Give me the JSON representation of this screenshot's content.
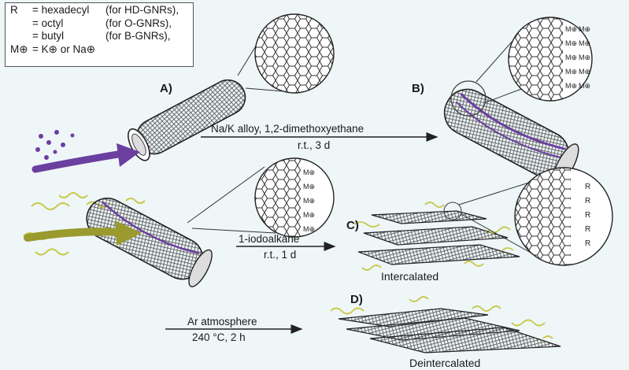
{
  "legend": {
    "rows": [
      {
        "symbol": "R",
        "definition": "= hexadecyl",
        "note": "(for HD-GNRs),"
      },
      {
        "symbol": "",
        "definition": "= octyl",
        "note": "(for O-GNRs),"
      },
      {
        "symbol": "",
        "definition": "= butyl",
        "note": "(for B-GNRs),"
      },
      {
        "symbol": "M⊕",
        "definition": "= K⊕ or Na⊕",
        "note": ""
      }
    ]
  },
  "panels": {
    "a": "A)",
    "b": "B)",
    "c": "C)",
    "d": "D)"
  },
  "steps": {
    "step1_top": "Na/K alloy, 1,2-dimethoxyethane",
    "step1_bottom": "r.t., 3 d",
    "step2_top": "1-iodoalkane",
    "step2_bottom": "r.t., 1 d",
    "step3_top": "Ar atmosphere",
    "step3_bottom": "240 °C, 2 h"
  },
  "captions": {
    "intercalated": "Intercalated",
    "deintercalated": "Deintercalated"
  },
  "zoom": {
    "metal_label": "M⊕",
    "r_label": "R"
  },
  "colors": {
    "arrow_purple": "#6b3fa0",
    "arrow_olive": "#9a9a2e",
    "tube_dark": "#3a3a3a",
    "chain": "#c8c84a",
    "ion": "#6b3fa0"
  }
}
